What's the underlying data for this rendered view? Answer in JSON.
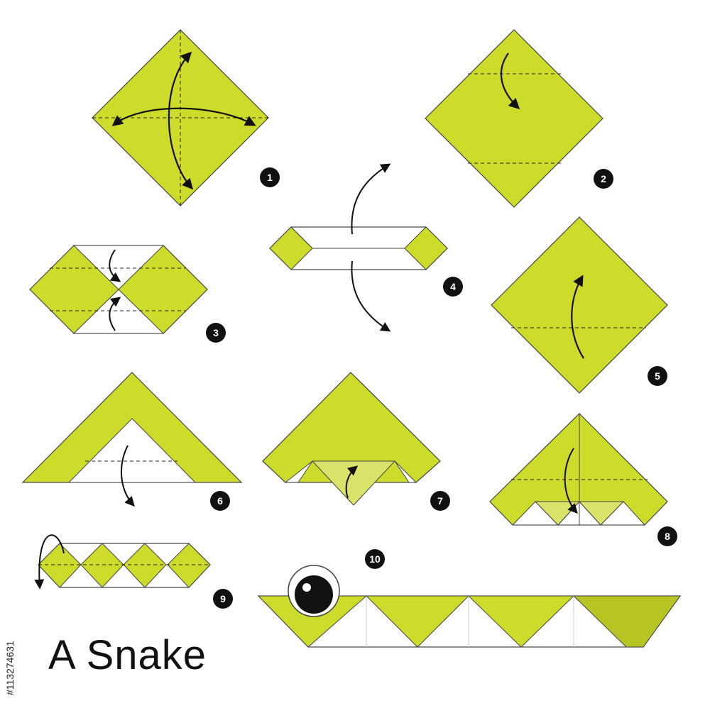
{
  "title": "A Snake",
  "image_id": "#113274631",
  "colors": {
    "paper_green": "#cddc2a",
    "paper_dark_green": "#b7c524",
    "paper_light_green": "#d9e36a",
    "paper_white": "#ffffff",
    "outline": "#444444",
    "badge": "#111111"
  },
  "steps": [
    {
      "number": "1"
    },
    {
      "number": "2"
    },
    {
      "number": "3"
    },
    {
      "number": "4"
    },
    {
      "number": "5"
    },
    {
      "number": "6"
    },
    {
      "number": "7"
    },
    {
      "number": "8"
    },
    {
      "number": "9"
    },
    {
      "number": "10"
    }
  ]
}
